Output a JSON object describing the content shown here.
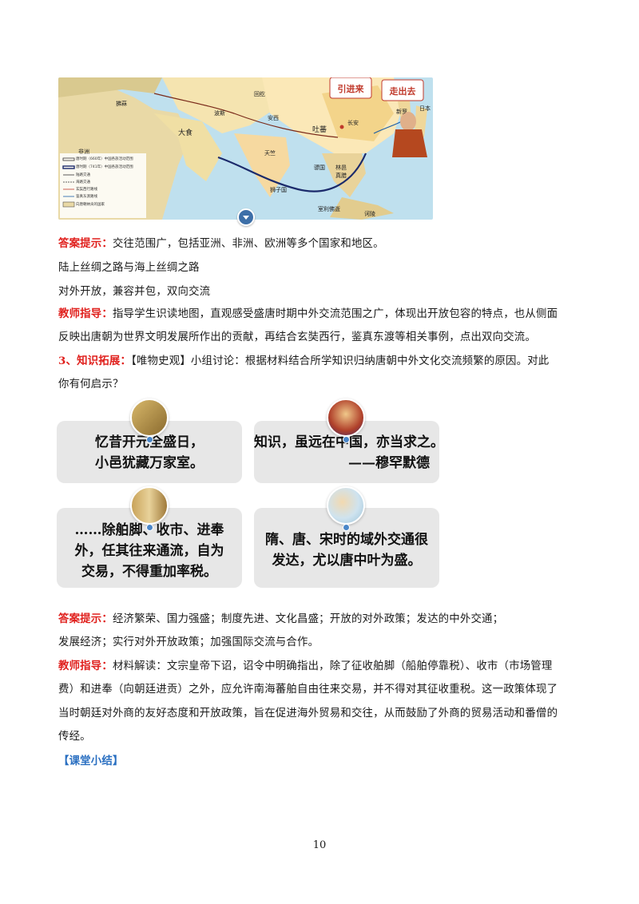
{
  "map": {
    "tag_import": "引进来",
    "tag_export": "走出去",
    "labels": [
      "拂菻",
      "大食",
      "天竺",
      "吐蕃",
      "长安",
      "骠国",
      "室利佛逝",
      "林邑",
      "真腊",
      "波斯",
      "非洲",
      "回纥",
      "日本",
      "新罗",
      "安西",
      "狮子国",
      "诃陵"
    ],
    "legend": [
      "唐时期（660年）中国各族活动范围",
      "唐时期（741年）中国各族活动范围",
      "陆路交通",
      "海路交通",
      "玄奘西行路线",
      "鉴真东渡路线",
      "向唐朝纳贡的国家"
    ]
  },
  "section1": {
    "answer_label": "答案提示：",
    "answer_line1": "交往范围广，包括亚洲、非洲、欧洲等多个国家和地区。",
    "answer_line2": "陆上丝绸之路与海上丝绸之路",
    "answer_line3": "对外开放，兼容并包，双向交流",
    "teacher_label": "教师指导：",
    "teacher_line1": "指导学生识读地图，直观感受盛唐时期中外交流范围之广，体现出开放包容的特点，也从侧面",
    "teacher_line2": "反映出唐朝为世界文明发展所作出的贡献，再结合玄奘西行，鉴真东渡等相关事例，点出双向交流。"
  },
  "section3": {
    "label": "3、知识拓展：",
    "line1": "【唯物史观】小组讨论：根据材料结合所学知识归纳唐朝中外文化交流频繁的原因。对此",
    "line2": "你有何启示？"
  },
  "cards": {
    "c1_line1": "忆昔开元全盛日，",
    "c1_line2": "小邑犹藏万家室。",
    "c2_line1": "知识，虽远在中国，亦当求之。",
    "c2_line2": "——穆罕默德",
    "c3_line1": "……除舶脚、收市、进奉",
    "c3_line2": "外，任其往来通流，自为",
    "c3_line3": "交易，不得重加率税。",
    "c4_line1": "隋、唐、宋时的域外交通很",
    "c4_line2": "发达，尤以唐中叶为盛。"
  },
  "section2": {
    "answer_label": "答案提示：",
    "answer_line1": "经济繁荣、国力强盛；制度先进、文化昌盛；开放的对外政策；发达的中外交通；",
    "answer_line2": "发展经济；实行对外开放政策；加强国际交流与合作。",
    "teacher_label": "教师指导：",
    "teacher_line1": "材料解读：文宗皇帝下诏，诏令中明确指出，除了征收舶脚（船舶停靠税）、收市（市场管理",
    "teacher_line2": "费）和进奉（向朝廷进贡）之外，应允许南海蕃舶自由往来交易，并不得对其征收重税。这一政策体现了",
    "teacher_line3": "当时朝廷对外商的友好态度和开放政策，旨在促进海外贸易和交往，从而鼓励了外商的贸易活动和番僧的",
    "teacher_line4": "传经。"
  },
  "summary_heading": "【课堂小结】",
  "page_number": "10",
  "colors": {
    "answer_red": "#e0201d",
    "heading_blue": "#2a6fc1",
    "card_bg": "#e7e7e7"
  }
}
